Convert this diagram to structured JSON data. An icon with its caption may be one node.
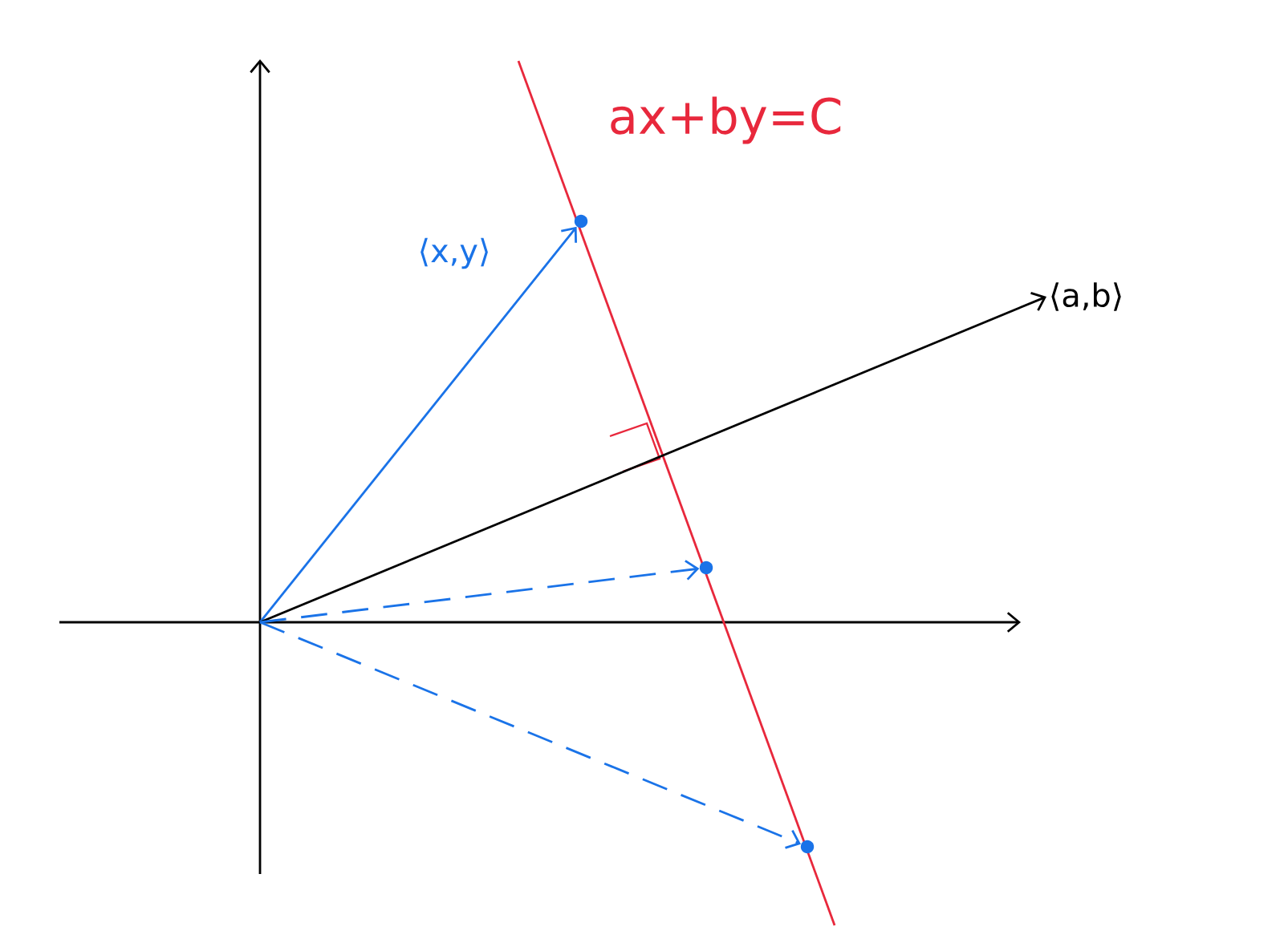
{
  "diagram": {
    "nodes": [
      {
        "text": [
          "⟨a,b⟩"
        ]
      },
      {
        "text": [],
        "shape": "circle"
      },
      {
        "text": [],
        "shape": "circle"
      },
      {
        "text": [],
        "shape": "circle"
      }
    ],
    "edges": [
      {
        "from": null,
        "to": 1,
        "arrow": "to",
        "label": "⟨x,y⟩",
        "color": "#1a73e8"
      },
      {
        "from": null,
        "to": 0,
        "arrow": "to",
        "color": "#000000"
      },
      {
        "from": null,
        "to": 2,
        "arrow": "to",
        "style": "dashed",
        "color": "#1a73e8"
      },
      {
        "from": null,
        "to": 3,
        "arrow": "to",
        "style": "dashed",
        "color": "#1a73e8"
      }
    ],
    "labels": [
      "ax+by=C"
    ]
  }
}
